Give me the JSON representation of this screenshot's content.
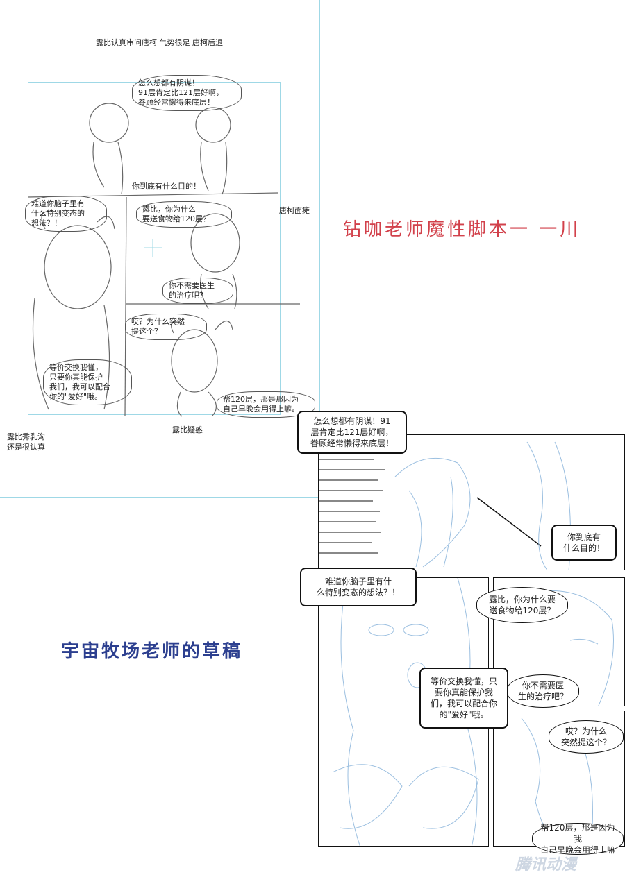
{
  "storyboard": {
    "header_note": "露比认真审问唐柯 气势很足 唐柯后退",
    "side_note_tangke": "唐柯面瘫",
    "bottom_note_lubi": "露比秀乳沟\n还是很认真",
    "bottom_note_doubt": "露比疑惑",
    "bubbles": [
      "怎么想都有阴谋！\n91层肯定比121层好啊，\n眷顾经常懒得来底层！",
      "你到底有什么目的！",
      "难道你脑子里有\n什么特别变态的\n想法？！",
      "露比，你为什么\n要送食物给120层？",
      "你不需要医生\n的治疗吧？",
      "哎？为什么突然\n提这个？",
      "等价交换我懂，\n只要你真能保护\n我们，我可以配合\n你的\"爱好\"哦。",
      "帮120层，那是那因为\n自己早晚会用得上嘛。"
    ]
  },
  "titles": {
    "red": "钻咖老师魔性脚本一 一川",
    "blue": "宇宙牧场老师的草稿"
  },
  "comic": {
    "bubbles": [
      "怎么想都有阴谋！91\n层肯定比121层好啊，\n眷顾经常懒得来底层！",
      "你到底有\n什么目的！",
      "难道你脑子里有什\n么特别变态的想法？！",
      "露比，你为什么要\n送食物给120层？",
      "你不需要医\n生的治疗吧？",
      "哎？为什么\n突然提这个？",
      "等价交换我懂，只\n要你真能保护我\n们，我可以配合你\n的\"爱好\"哦。",
      "帮120层，那是因为我\n自己早晚会用得上嘛"
    ]
  },
  "watermark": "腾讯动漫",
  "colors": {
    "red_title": "#d2414b",
    "blue_title": "#2c3f8f",
    "guide_line": "#9fd8e6",
    "sketch_line": "#9bbfe0"
  }
}
